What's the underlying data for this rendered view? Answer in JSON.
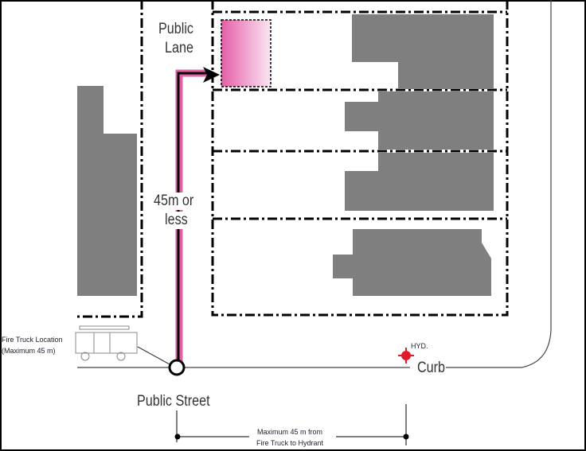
{
  "labels": {
    "public_lane_1": "Public",
    "public_lane_2": "Lane",
    "distance_1": "45m or",
    "distance_2": "less",
    "fire_truck_1": "Fire Truck Location",
    "fire_truck_2": "(Maximum 45 m)",
    "hydrant": "HYD.",
    "curb": "Curb",
    "public_street": "Public Street",
    "max_dist_1": "Maximum 45 m from",
    "max_dist_2": "Fire Truck to Hydrant"
  },
  "colors": {
    "path": "#e45fa8",
    "hydrant": "#e0192c",
    "building": "#807f80"
  }
}
